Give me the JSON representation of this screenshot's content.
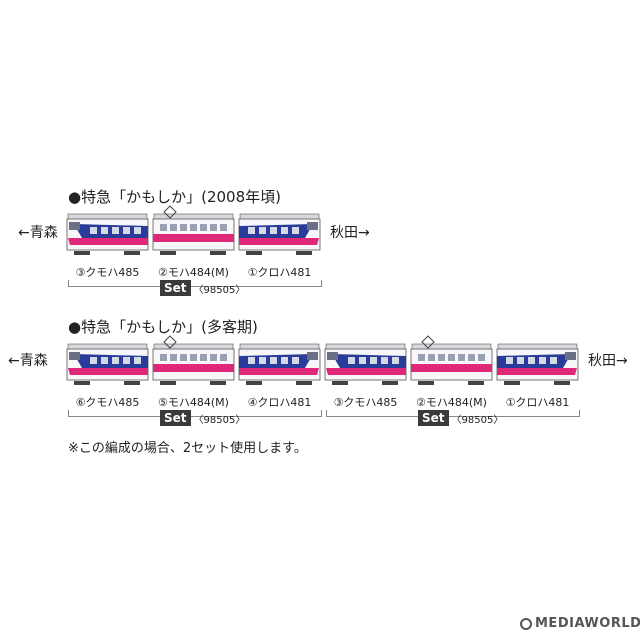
{
  "formation1": {
    "title": "●特急「かもしか」(2008年頃)",
    "left_dir": "←青森",
    "right_dir": "秋田→",
    "cars": [
      "③クモハ485",
      "②モハ484(M)",
      "①クロハ481"
    ],
    "set_label": "Set",
    "set_code": "〈98505〉"
  },
  "formation2": {
    "title": "●特急「かもしか」(多客期)",
    "left_dir": "←青森",
    "right_dir": "秋田→",
    "cars": [
      "⑥クモハ485",
      "⑤モハ484(M)",
      "④クロハ481",
      "③クモハ485",
      "②モハ484(M)",
      "①クロハ481"
    ],
    "set1_label": "Set",
    "set1_code": "〈98505〉",
    "set2_label": "Set",
    "set2_code": "〈98505〉"
  },
  "note": "※この編成の場合、2セット使用します。",
  "watermark": "MEDIAWORLD",
  "colors": {
    "body": "#f7f7fa",
    "blue": "#2a3c9a",
    "pink": "#e0287a",
    "roof": "#d8d8dc",
    "outline": "#555555"
  }
}
